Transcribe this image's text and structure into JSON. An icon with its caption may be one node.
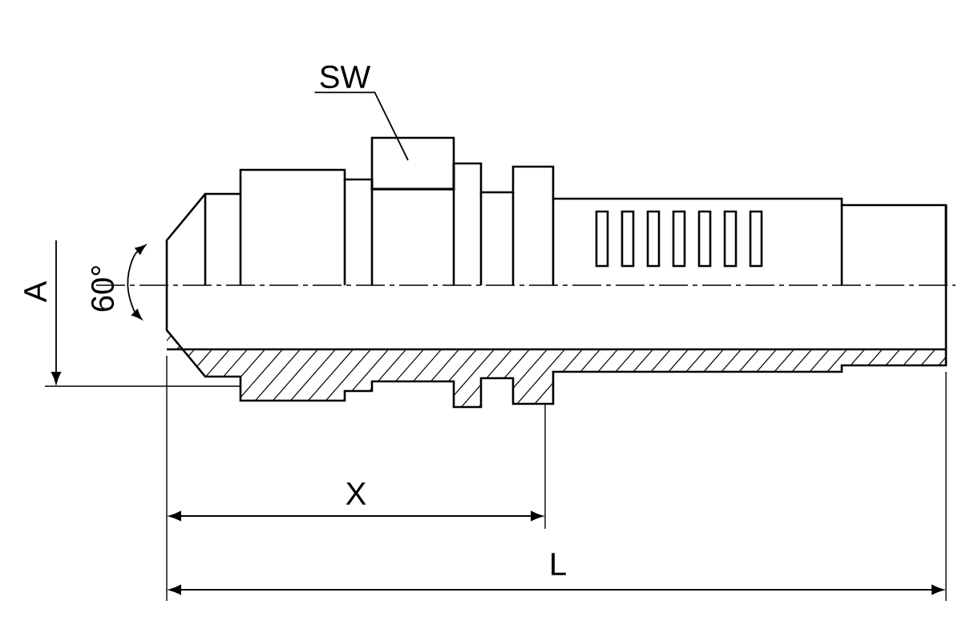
{
  "diagram": {
    "nodes": [
      {
        "text": [
          "SW"
        ]
      },
      {
        "text": [],
        "shape": "box"
      }
    ],
    "edges": [
      {
        "from": 0,
        "to": 1,
        "arrow": "none"
      }
    ],
    "labels": [
      "A",
      "60°",
      "X",
      "L"
    ]
  }
}
